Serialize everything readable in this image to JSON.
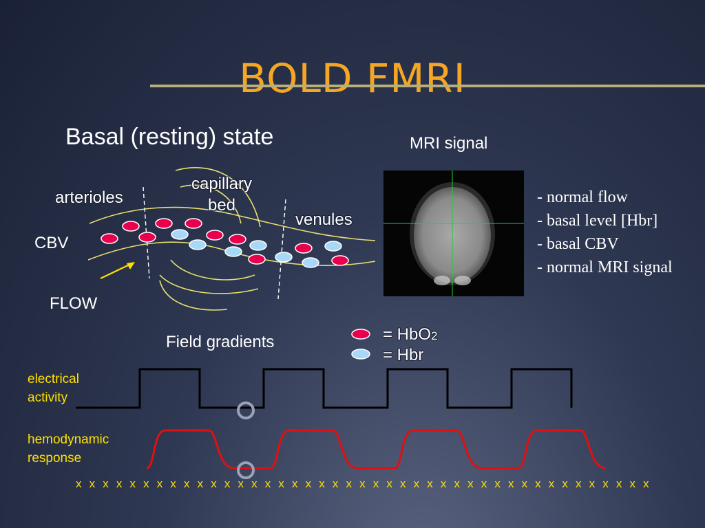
{
  "title": "BOLD FMRI",
  "subtitle": "Basal (resting) state",
  "mri_signal_label": "MRI signal",
  "diagram_labels": {
    "arterioles": "arterioles",
    "capillary_bed_line1": "capillary",
    "capillary_bed_line2": "bed",
    "venules": "venules",
    "cbv": "CBV",
    "flow": "FLOW"
  },
  "field_gradients": "Field gradients",
  "legend": {
    "hbo2_prefix": "= HbO",
    "hbo2_sub": "2",
    "hbr": "= Hbr",
    "hbo2_color": "#e8004e",
    "hbr_color": "#a8d8f8"
  },
  "notes": [
    "- normal flow",
    "- basal level [Hbr]",
    "- basal CBV",
    "- normal MRI signal"
  ],
  "waveform_labels": {
    "electrical_line1": "electrical",
    "electrical_line2": "activity",
    "hemo_line1": "hemodynamic",
    "hemo_line2": "response"
  },
  "x_row": "x x x x x x x x x x x x x x x x x x x x x x x x x x x x x x x x x x x x x x x x x x x",
  "colors": {
    "title": "#f5a623",
    "rule": "#b7b07a",
    "vessel_lines": "#e8e070",
    "hemo_line": "#dd1111",
    "label_yellow": "#ffe000"
  }
}
